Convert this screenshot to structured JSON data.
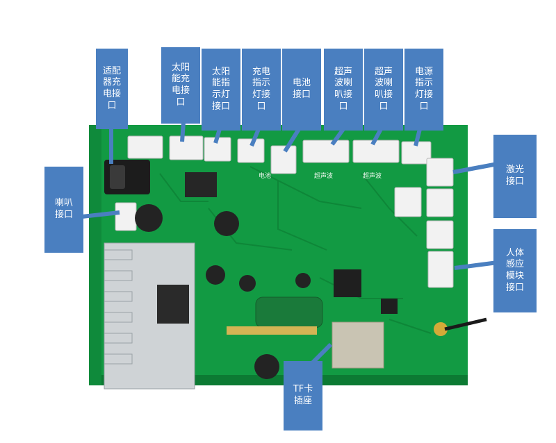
{
  "colors": {
    "callout": "#4a7fc0",
    "board": "#129a43",
    "board_dark": "#0c7a33",
    "connector": "#f2f2f2",
    "heatsink": "#cfd3d6",
    "silkscreen": "#e8f6ea"
  },
  "callouts": {
    "adapter": "适配\n器充\n电接\n口",
    "solar_charge": "太阳\n能充\n电接\n口",
    "solar_light": "太阳\n能指\n示灯\n接口",
    "charge_light": "充电\n指示\n灯接\n口",
    "battery": "电池\n接口",
    "ultrasonic_speaker_1": "超声\n波喇\n叭接\n口",
    "ultrasonic_speaker_2": "超声\n波喇\n叭接\n口",
    "power_light": "电源\n指示\n灯接\n口",
    "speaker": "喇叭\n接口",
    "laser": "激光\n接口",
    "body_sensor": "人体\n感应\n模块\n接口",
    "tf_card": "TF卡\n插座"
  },
  "silkscreen": {
    "battery_label": "电池",
    "ultrasonic_label_1": "超声波",
    "ultrasonic_label_2": "超声波"
  }
}
